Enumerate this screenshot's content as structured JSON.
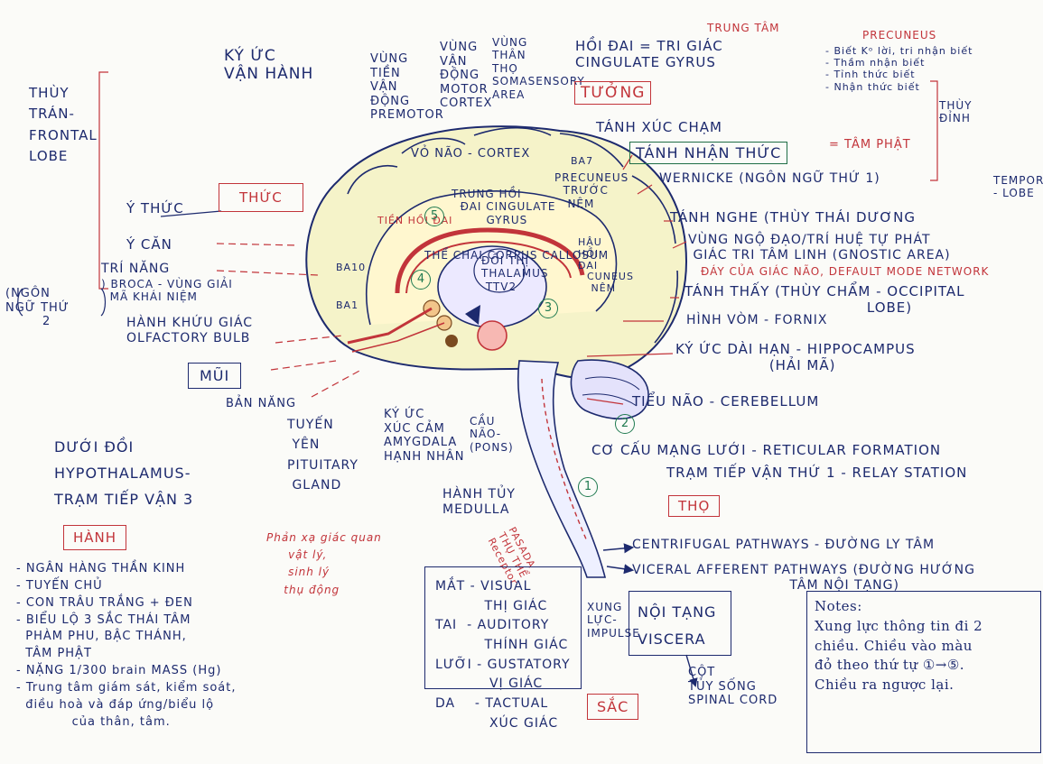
{
  "top": {
    "memory_operation": "KÝ ỨC\nVẬN HÀNH",
    "premotor": "VÙNG\nTIỀN\nVẬN\nĐỘNG\nPREMOTOR",
    "motor": "VÙNG\nVẬN\nĐỘNG\nMOTOR\nCORTEX",
    "somasensory": "VÙNG\nTHÂN\nTHỌ\nSOMASENSORY\nAREA",
    "cingulate": "HỒI ĐAI = TRI GIÁC\nCINGULATE GYRUS",
    "trung_tam": "TRUNG TÂM",
    "tuong": "TƯỞNG"
  },
  "precuneus": {
    "title": "PRECUNEUS",
    "items": "- Biết Kᵒ lời, tri nhận biết\n- Thầm nhận biết\n- Tỉnh thức biết\n- Nhận thức biết",
    "parietal": "THÙY\nĐỈNH"
  },
  "left": {
    "frontal_lobe": "THÙY\nTRÁN-\nFRONTAL\nLOBE",
    "y_thuc": "Ý THỨC",
    "thuc_box": "THỨC",
    "y_can": "Ý CĂN",
    "language_note": "(NGÔN\nNGỮ THỨ\n        2",
    "tri_nang": "TRÍ NĂNG",
    "broca": ") BROCA - VÙNG GIẢI\n  MÃ KHÁI NIỆM",
    "olfactory": "HÀNH KHỨU GIÁC\nOLFACTORY BULB",
    "mui": "MŨI",
    "ban_nang": "BẢN NĂNG"
  },
  "hanh": {
    "hypothalamus": "DƯỚI ĐỒI\nHYPOTHALAMUS-\nTRẠM TIẾP VẬN 3",
    "box": "HÀNH",
    "list": "- NGÂN HÀNG THẦN KINH\n- TUYẾN CHỦ\n- CON TRÂU TRẮNG + ĐEN\n- BIỂU LỘ 3 SẮC THÁI TÂM\n  PHÀM PHU, BẬC THÁNH,\n  TÂM PHẬT\n- NẶNG 1/300 brain MASS (Hg)\n- Trung tâm giám sát, kiểm soát,\n  điều hoà và đáp ứng/biểu lộ\n            của thân, tâm.",
    "reflex": "Phản xạ giác quan\n     vật lý,\n     sinh lý\n    thụ động"
  },
  "brain": {
    "cortex": "VỎ NÃO - CORTEX",
    "ba7": "BA7",
    "precuneus": "PRECUNEUS\n  TRƯỚC\n   NÊM",
    "cingulate": "TRUNG HỒI\n  ĐAI CINGULATE\n        GYRUS",
    "anterior_cingulate": "TIỀN HỒI ĐAI",
    "corpus_callosum": "THỂ CHAI CORPUS CALLOSUM",
    "thalamus": "ĐỒI THỊ\nTHALAMUS\n TTV2",
    "posterior_cingulate": "HẬU\nHỒI\nĐAI",
    "cuneus": "CUNEUS\n NÊM",
    "ba10": "BA10",
    "ba1": "BA1"
  },
  "badges": {
    "b1": "1",
    "b2": "2",
    "b3": "3",
    "b4": "4",
    "b5": "5"
  },
  "right": {
    "touch": "TÁNH XÚC CHẠM",
    "consciousness": "TÁNH NHẬN THỨC",
    "tam_phat": "= TÂM PHẬT",
    "wernicke": "WERNICKE (NGÔN NGỮ THỨ 1)",
    "temporal": "TEMPORAL\n- LOBE",
    "hearing": "TÁNH NGHE (THÙY THÁI DƯƠNG",
    "gnostic": "VÙNG NGỘ ĐẠO/TRÍ HUỆ TỰ PHÁT\n GIÁC TRI TÂM LINH (GNOSTIC AREA)",
    "default_mode": "ĐÁY CỦA GIÁC NÃO, DEFAULT MODE NETWORK",
    "vision": "TÁNH THẤY (THÙY CHẨM - OCCIPITAL\n                                   LOBE)",
    "fornix": "HÌNH VÒM - FORNIX",
    "hippocampus": "KÝ ỨC DÀI HẠN - HIPPOCAMPUS\n                  (HẢI MÃ)",
    "cerebellum": "TIỂU NÃO - CEREBELLUM",
    "reticular": "CƠ CẤU MẠNG LƯỚI - RETICULAR FORMATION",
    "relay": "TRẠM TIẾP VẬN THỨ 1 - RELAY STATION",
    "tho": "THỌ"
  },
  "mid": {
    "pituitary": "TUYẾN\n YÊN\nPITUITARY\n GLAND",
    "amygdala": "KÝ ỨC\nXÚC CẢM\nAMYGDALA\nHẠNH NHÂN",
    "pons": "CẦU\nNÃO-\n(PONS)",
    "medulla": "HÀNH TỦY\nMEDULLA",
    "pasada": "PASADA\nTHỤ THỂ\nReceptor"
  },
  "pathways": {
    "centrifugal": "CENTRIFUGAL PATHWAYS - ĐƯỜNG LY TÂM",
    "visceral": "VICERAL AFFERENT PATHWAYS (ĐƯỜNG HƯỚNG\n                                TÂM NỘI TẠNG)"
  },
  "senses": {
    "list": "MẮT - VISUAL\n          THỊ GIÁC\nTAI  - AUDITORY\n          THÍNH GIÁC\nLƯỠI - GUSTATORY\n           VỊ GIÁC\nDA    - TACTUAL\n           XÚC GIÁC",
    "impulse": "XUNG\nLỰC-\nIMPULSE",
    "viscera": "NỘI TẠNG\nVISCERA",
    "spinal": "CỘT\nTỦY SỐNG\nSPINAL CORD",
    "sac": "SẮC"
  },
  "notes": {
    "text": "Notes:\nXung lực thông tin đi 2\nchiều. Chiều vào màu\nđỏ theo thứ tự ①→⑤.\nChiều ra ngược lại."
  }
}
